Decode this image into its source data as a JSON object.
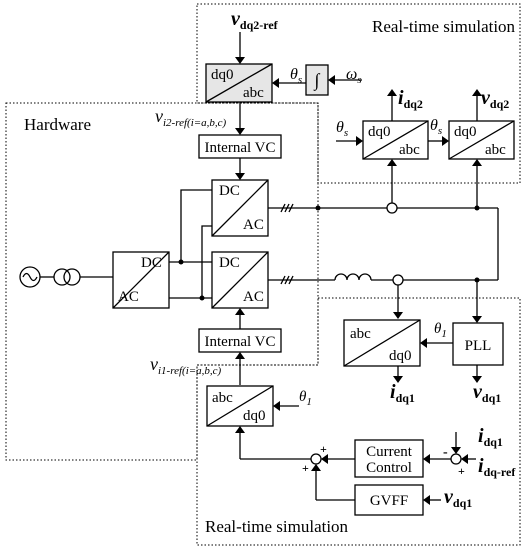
{
  "regions": {
    "rt_top_label": "Real-time simulation",
    "hardware_label": "Hardware",
    "rt_bottom_label": "Real-time simulation"
  },
  "blocks": {
    "dq0_label": "dq0",
    "abc_label": "abc",
    "integrator_symbol": "∫",
    "internal_vc": "Internal VC",
    "dc": "DC",
    "ac": "AC",
    "pll": "PLL",
    "current_control_line1": "Current",
    "current_control_line2": "Control",
    "gvff": "GVFF"
  },
  "signals": {
    "v_dq2_ref": {
      "base": "v",
      "sub": "dq2-ref"
    },
    "theta_s": {
      "base": "θ",
      "sub": "s"
    },
    "omega_s": {
      "base": "ω",
      "sub": "s"
    },
    "v_i2_ref": {
      "base": "v",
      "sub": "i2-ref(i=a,b,c)"
    },
    "i_dq2": {
      "base": "i",
      "sub": "dq2"
    },
    "v_dq2": {
      "base": "v",
      "sub": "dq2"
    },
    "v_i1_ref": {
      "base": "v",
      "sub": "i1-ref(i=a,b,c)"
    },
    "theta_1": {
      "base": "θ",
      "sub": "1"
    },
    "i_dq1": {
      "base": "i",
      "sub": "dq1"
    },
    "v_dq1": {
      "base": "v",
      "sub": "dq1"
    },
    "i_dq_ref": {
      "base": "i",
      "sub": "dq-ref"
    }
  },
  "sum_signs": {
    "plus": "+",
    "minus": "-"
  }
}
